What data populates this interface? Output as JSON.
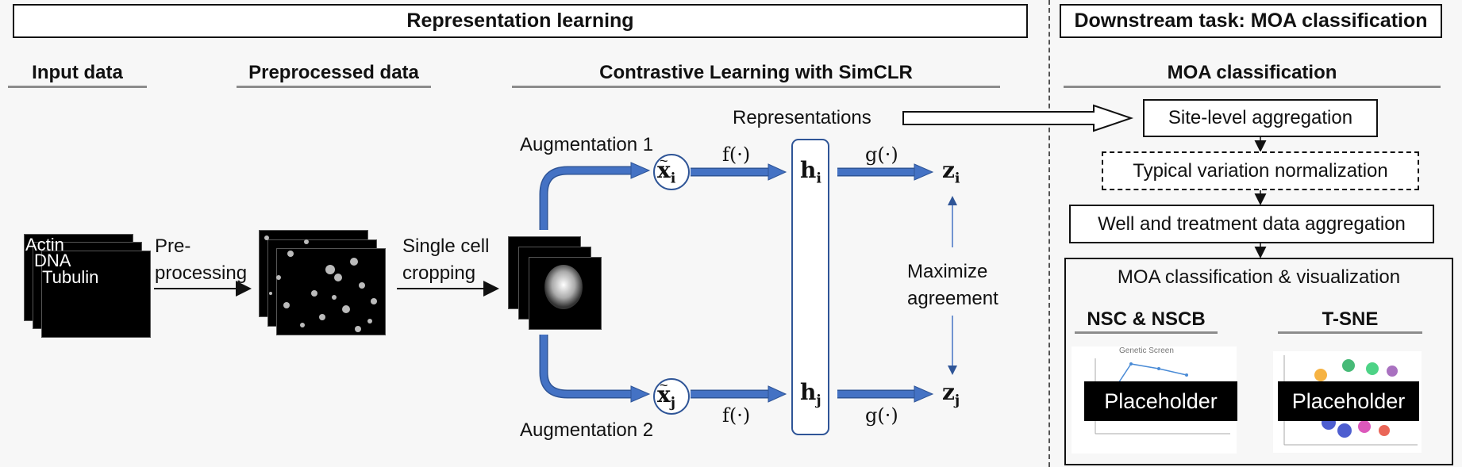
{
  "headers": {
    "representation_learning": "Representation learning",
    "downstream_task": "Downstream task: MOA classification"
  },
  "sections": {
    "input_data": "Input data",
    "preprocessed_data": "Preprocessed data",
    "contrastive": "Contrastive Learning with SimCLR",
    "moa_classification": "MOA classification"
  },
  "input": {
    "channels": [
      "Actin",
      "DNA",
      "Tubulin"
    ]
  },
  "steps": {
    "preprocessing": [
      "Pre-",
      "processing"
    ],
    "cropping": [
      "Single cell",
      "cropping"
    ]
  },
  "simclr": {
    "augmentation_1": "Augmentation 1",
    "augmentation_2": "Augmentation 2",
    "representations": "Representations",
    "f": "f(·)",
    "g": "g(·)",
    "x_i": "x",
    "x_i_sub": "i",
    "x_j": "x",
    "x_j_sub": "j",
    "h_i": "h",
    "h_i_sub": "i",
    "h_j": "h",
    "h_j_sub": "j",
    "z_i": "z",
    "z_i_sub": "i",
    "z_j": "z",
    "z_j_sub": "j",
    "maximize": [
      "Maximize",
      "agreement"
    ]
  },
  "pipeline": {
    "site_level": "Site-level aggregation",
    "typical_variation": "Typical variation normalization",
    "well_treatment": "Well and treatment data aggregation",
    "moa_vis": "MOA classification & visualization",
    "nsc": "NSC & NSCB",
    "tsne": "T-SNE",
    "placeholder_left": "Placeholder",
    "placeholder_right": "Placeholder",
    "plot_title": "Genetic Screen"
  },
  "colors": {
    "arrow_blue": "#4472c4",
    "arrow_stroke": "#2f5597"
  }
}
